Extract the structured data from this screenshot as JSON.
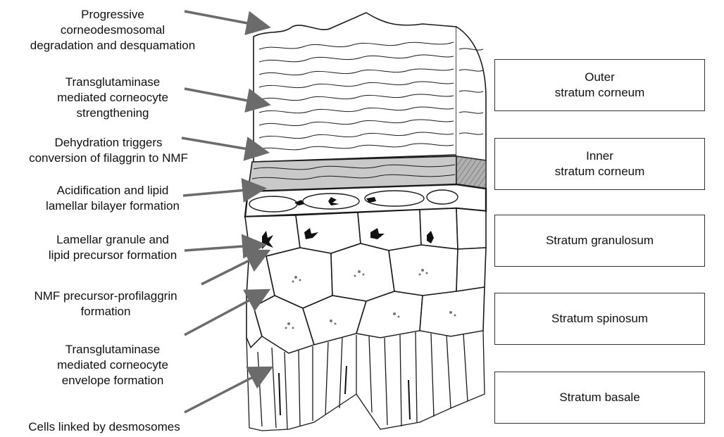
{
  "process_labels": [
    "Progressive\ncorneodesmosomal\ndegradation and desquamation",
    "Transglutaminase\nmediated corneocyte\nstrengthening",
    "Dehydration triggers\nconversion of filaggrin to NMF",
    "Acidification and lipid\nlamellar bilayer formation",
    "Lamellar granule and\nlipid precursor formation",
    "NMF precursor-profilaggrin\nformation",
    "Transglutaminase\nmediated corneocyte\nenvelope formation",
    "Cells linked by desmosomes"
  ],
  "layers": [
    "Outer\nstratum corneum",
    "Inner\nstratum corneum",
    "Stratum granulosum",
    "Stratum spinosum",
    "Stratum basale"
  ],
  "colors": {
    "arrow": "#6b6b6b",
    "outline": "#1a1a1a",
    "inner_sc_band": "#c9c9c9"
  }
}
